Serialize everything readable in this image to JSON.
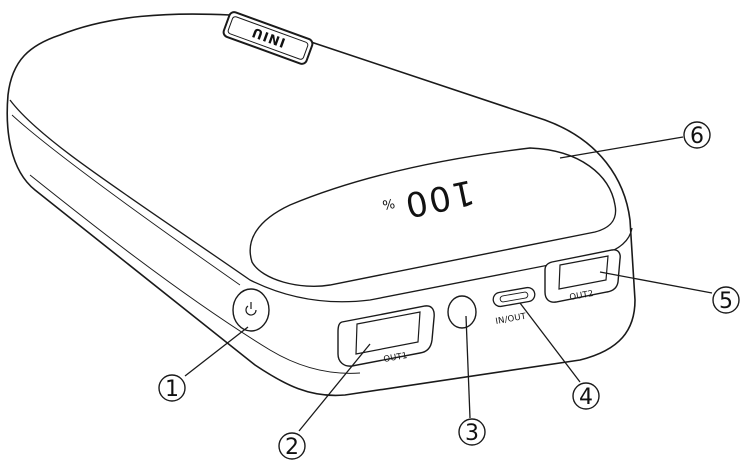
{
  "device": {
    "brand_logo": "INIU",
    "display_value": "100",
    "display_unit": "%",
    "ports": {
      "out1": "OUT1",
      "in_out": "IN/OUT",
      "out2": "OUT2"
    }
  },
  "callouts": [
    {
      "number": "1",
      "target": "power-button"
    },
    {
      "number": "2",
      "target": "usb-port-out1"
    },
    {
      "number": "3",
      "target": "flashlight"
    },
    {
      "number": "4",
      "target": "usb-c-port"
    },
    {
      "number": "5",
      "target": "usb-port-out2"
    },
    {
      "number": "6",
      "target": "digital-display"
    }
  ],
  "colors": {
    "stroke": "#1a1a1a",
    "body_fill": "#ffffff"
  }
}
